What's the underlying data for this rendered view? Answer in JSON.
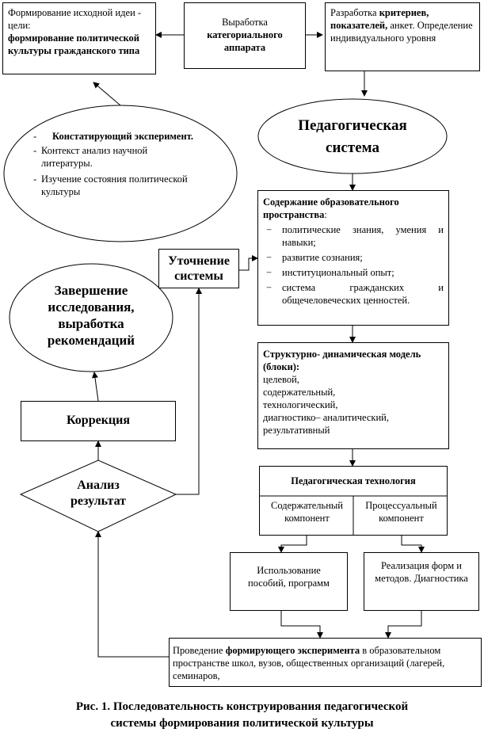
{
  "box1": {
    "line1": "Формирование исходной идеи - цели:",
    "bold": "формирование политической культуры гражданского типа"
  },
  "box2": {
    "pre": "Выработка ",
    "bold": "категориального аппарата"
  },
  "box3": {
    "pre": "Разработка ",
    "bold": "критериев, показателей,",
    "post": " анкет. Определение индивидуального уровня"
  },
  "ellipse_exp": {
    "item1_bold": "Констатирующий эксперимент.",
    "item2": "Контекст анализ научной литературы.",
    "item3": "Изучение состояния политической культуры",
    "marker1": "-",
    "marker2": "-",
    "marker3": "-"
  },
  "ellipse_ped": {
    "line1": "Педагогическая",
    "line2": "система"
  },
  "content_box": {
    "title": "Содержание образовательного пространства",
    "colon": ":",
    "marker": "−",
    "items": [
      "политические знания, умения и навыки;",
      "развитие сознания;",
      "институциональный опыт;",
      "система гражданских и общечеловеческих ценностей."
    ]
  },
  "refine_box": {
    "line1": "Уточнение",
    "line2": "системы"
  },
  "ellipse_finish": {
    "line1": "Завершение",
    "line2": "исследования,",
    "line3": "выработка",
    "line4": "рекомендаций"
  },
  "model_box": {
    "title": "Структурно- динамическая модель (блоки):",
    "lines": [
      "целевой,",
      "содержательный,",
      "технологический,",
      "диагностико– аналитический,",
      "результативный"
    ]
  },
  "correction_box": {
    "label": "Коррекция"
  },
  "analysis_diamond": {
    "line1": "Анализ",
    "line2": "результат"
  },
  "tech_box": {
    "title": "Педагогическая технология",
    "left": "Содержательный компонент",
    "right": "Процессуальный компонент"
  },
  "use_box": {
    "text": "Использование пособий, программ"
  },
  "impl_box": {
    "text": "Реализация форм и методов. Диагностика"
  },
  "experiment_box": {
    "pre": "Проведение ",
    "bold": "формирующего эксперимента",
    "post": " в образовательном пространстве школ, вузов, общественных организаций (лагерей, семинаров,"
  },
  "caption": {
    "line1": "Рис. 1. Последовательность конструирования педагогической",
    "line2": "системы формирования политической культуры"
  }
}
